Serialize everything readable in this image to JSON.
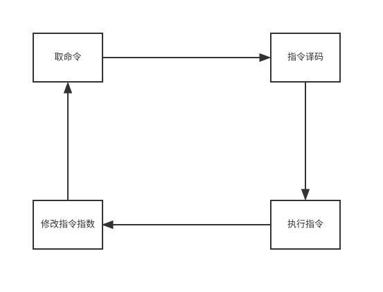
{
  "nodes": {
    "fetch": "取命令",
    "decode": "指令译码",
    "execute": "执行指令",
    "update_pc": "修改指令指数"
  },
  "edges": [
    {
      "from": "fetch",
      "to": "decode"
    },
    {
      "from": "decode",
      "to": "execute"
    },
    {
      "from": "execute",
      "to": "update_pc"
    },
    {
      "from": "update_pc",
      "to": "fetch"
    }
  ]
}
